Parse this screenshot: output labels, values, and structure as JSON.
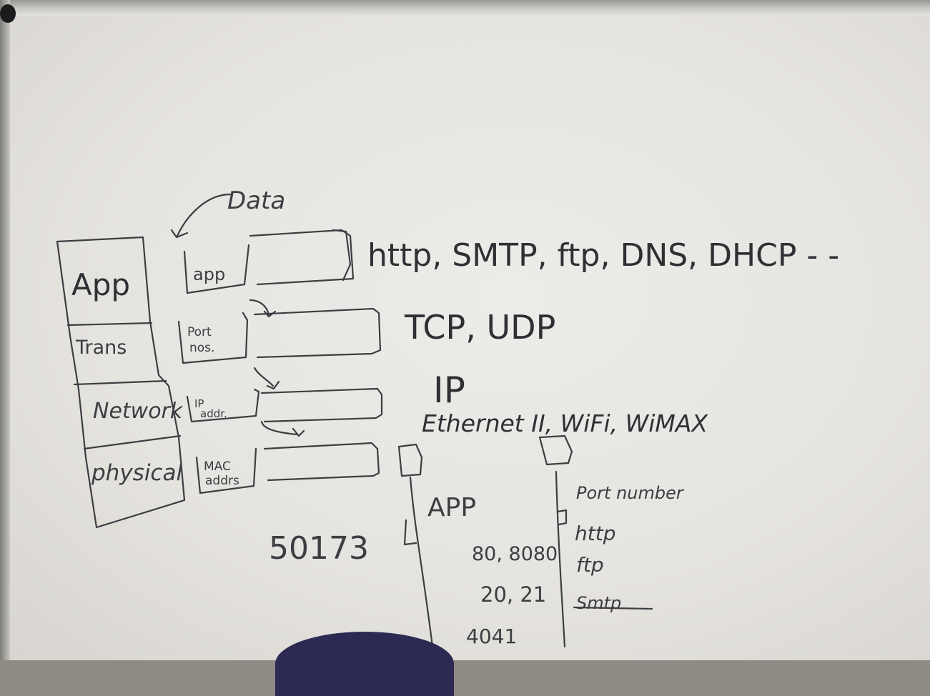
{
  "board": {
    "data_label": "Data",
    "layers": [
      "App",
      "Trans",
      "Network",
      "physical"
    ],
    "header_boxes": [
      "app",
      "Port\nnos.",
      "IP\naddr.",
      "MAC\naddrs"
    ],
    "protocols": {
      "app": "http, SMTP, ftp, DNS, DHCP - -",
      "transport": "TCP, UDP",
      "network": "IP",
      "physical": "Ethernet II, WiFi, WiMAX"
    },
    "port_note": {
      "number": "50173",
      "app_heading": "APP",
      "ports": [
        "80, 8080",
        "20, 21",
        "4041"
      ],
      "right_heading": "Port number",
      "right_items": [
        "http",
        "ftp",
        "Smtp"
      ]
    },
    "colors": {
      "ink": "#3d3d42",
      "board": "#e8e6e2"
    }
  }
}
